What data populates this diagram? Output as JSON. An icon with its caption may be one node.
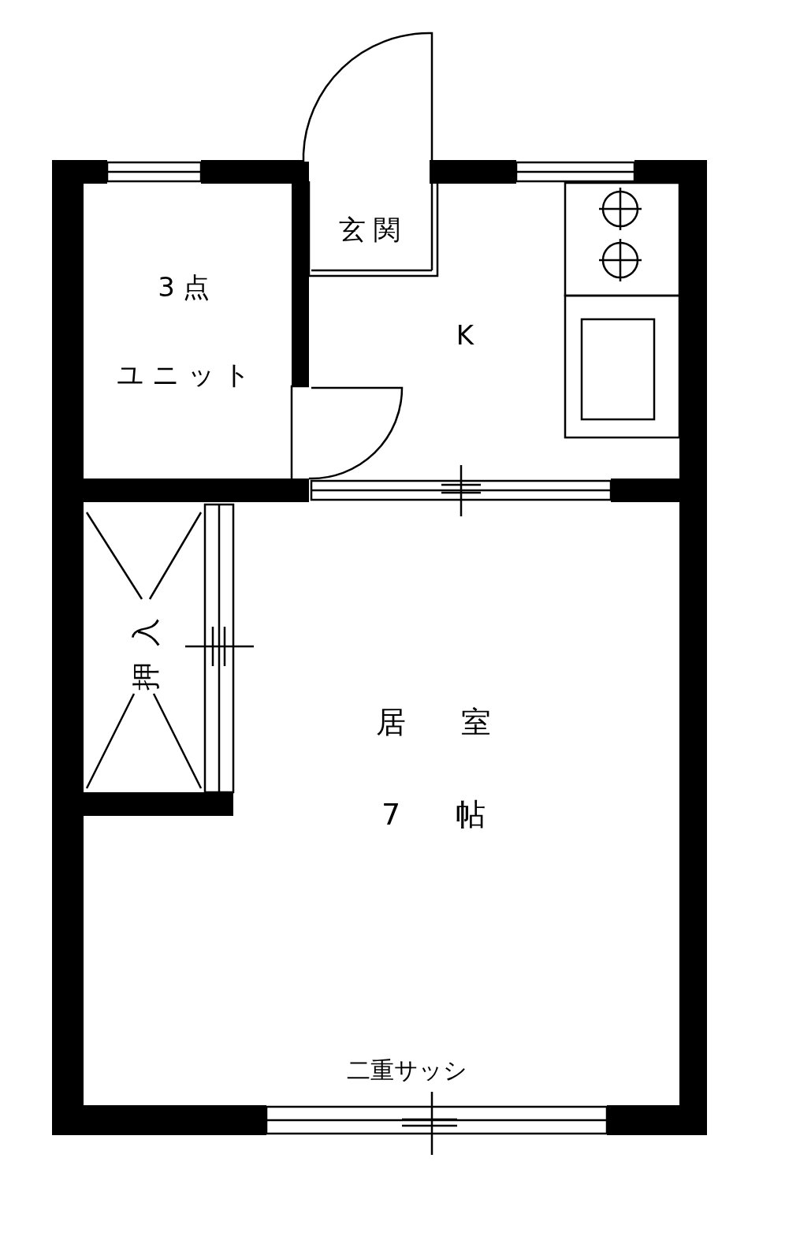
{
  "diagram": {
    "nodes": [
      {
        "text": [
          "3点",
          "ユニット"
        ]
      },
      {
        "text": [
          "玄関"
        ]
      },
      {
        "text": [
          "K"
        ]
      },
      {
        "text": [
          "押入"
        ]
      },
      {
        "text": [
          "居室",
          "7帖"
        ]
      }
    ],
    "labels": [
      "二重サッシ"
    ]
  }
}
